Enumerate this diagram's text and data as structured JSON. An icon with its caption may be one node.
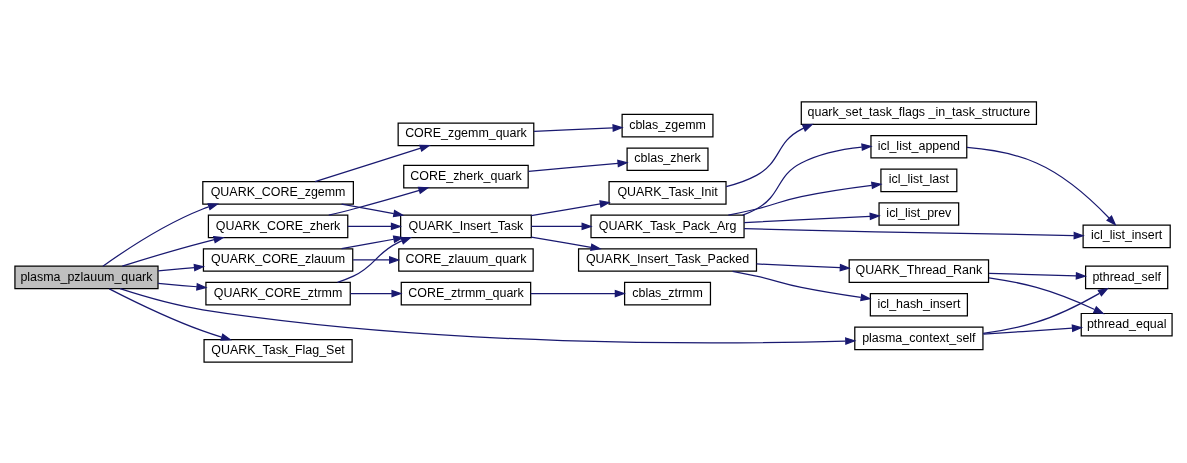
{
  "diagram": {
    "nodes": [
      {
        "text": [
          "plasma_pzlauum_quark"
        ]
      },
      {
        "text": [
          "QUARK_CORE_zgemm"
        ]
      },
      {
        "text": [
          "QUARK_CORE_zherk"
        ]
      },
      {
        "text": [
          "QUARK_CORE_zlauum"
        ]
      },
      {
        "text": [
          "QUARK_CORE_ztrmm"
        ]
      },
      {
        "text": [
          "plasma_context_self"
        ]
      },
      {
        "text": [
          "QUARK_Task_Flag_Set"
        ]
      },
      {
        "text": [
          "CORE_zgemm_quark"
        ]
      },
      {
        "text": [
          "CORE_zherk_quark"
        ]
      },
      {
        "text": [
          "QUARK_Insert_Task"
        ]
      },
      {
        "text": [
          "CORE_zlauum_quark"
        ]
      },
      {
        "text": [
          "CORE_ztrmm_quark"
        ]
      },
      {
        "text": [
          "cblas_zgemm"
        ]
      },
      {
        "text": [
          "cblas_zherk"
        ]
      },
      {
        "text": [
          "QUARK_Task_Pack_Arg"
        ]
      },
      {
        "text": [
          "QUARK_Insert_Task_Packed"
        ]
      },
      {
        "text": [
          "QUARK_Task_Init"
        ]
      },
      {
        "text": [
          "cblas_ztrmm"
        ]
      },
      {
        "text": [
          "icl_list_append"
        ]
      },
      {
        "text": [
          "icl_list_last"
        ]
      },
      {
        "text": [
          "icl_list_prev"
        ]
      },
      {
        "text": [
          "icl_list_insert"
        ]
      },
      {
        "text": [
          "icl_hash_insert"
        ]
      },
      {
        "text": [
          "QUARK_Thread_Rank"
        ]
      },
      {
        "text": [
          "quark_set_task_flags _in_task_structure"
        ]
      },
      {
        "text": [
          "pthread_self"
        ]
      },
      {
        "text": [
          "pthread_equal"
        ]
      }
    ],
    "edges": [
      {
        "from": 0,
        "to": 1,
        "arrow": "to"
      },
      {
        "from": 0,
        "to": 2,
        "arrow": "to"
      },
      {
        "from": 0,
        "to": 3,
        "arrow": "to"
      },
      {
        "from": 0,
        "to": 4,
        "arrow": "to"
      },
      {
        "from": 0,
        "to": 5,
        "arrow": "to"
      },
      {
        "from": 0,
        "to": 6,
        "arrow": "to"
      },
      {
        "from": 1,
        "to": 7,
        "arrow": "to"
      },
      {
        "from": 1,
        "to": 9,
        "arrow": "to"
      },
      {
        "from": 2,
        "to": 8,
        "arrow": "to"
      },
      {
        "from": 2,
        "to": 9,
        "arrow": "to"
      },
      {
        "from": 3,
        "to": 9,
        "arrow": "to"
      },
      {
        "from": 3,
        "to": 10,
        "arrow": "to"
      },
      {
        "from": 4,
        "to": 9,
        "arrow": "to"
      },
      {
        "from": 4,
        "to": 11,
        "arrow": "to"
      },
      {
        "from": 7,
        "to": 12,
        "arrow": "to"
      },
      {
        "from": 8,
        "to": 13,
        "arrow": "to"
      },
      {
        "from": 11,
        "to": 17,
        "arrow": "to"
      },
      {
        "from": 9,
        "to": 14,
        "arrow": "to"
      },
      {
        "from": 9,
        "to": 15,
        "arrow": "to"
      },
      {
        "from": 9,
        "to": 16,
        "arrow": "to"
      },
      {
        "from": 14,
        "to": 18,
        "arrow": "to"
      },
      {
        "from": 14,
        "to": 19,
        "arrow": "to"
      },
      {
        "from": 14,
        "to": 20,
        "arrow": "to"
      },
      {
        "from": 14,
        "to": 21,
        "arrow": "to"
      },
      {
        "from": 18,
        "to": 21,
        "arrow": "to"
      },
      {
        "from": 15,
        "to": 22,
        "arrow": "to"
      },
      {
        "from": 15,
        "to": 23,
        "arrow": "to"
      },
      {
        "from": 16,
        "to": 24,
        "arrow": "to"
      },
      {
        "from": 23,
        "to": 25,
        "arrow": "to"
      },
      {
        "from": 23,
        "to": 26,
        "arrow": "to"
      },
      {
        "from": 5,
        "to": 25,
        "arrow": "to"
      },
      {
        "from": 5,
        "to": 26,
        "arrow": "to"
      }
    ]
  }
}
